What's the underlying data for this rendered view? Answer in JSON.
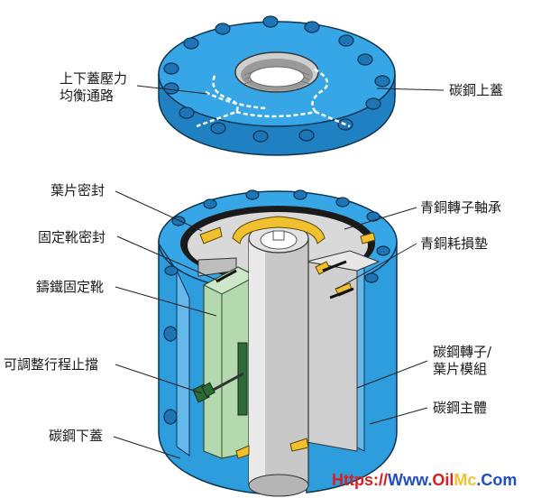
{
  "labels": {
    "pressure_channel_1": "上下蓋壓力",
    "pressure_channel_2": "均衡通路",
    "upper_cover": "碳鋼上蓋",
    "vane_seal": "葉片密封",
    "bronze_bearing": "青銅轉子軸承",
    "stator_seal": "固定靴密封",
    "bronze_wear_pad": "青銅耗損墊",
    "cast_iron_stator": "鑄鐵固定靴",
    "adjustable_stop": "可調整行程止擋",
    "rotor_vane_1": "碳鋼轉子/",
    "rotor_vane_2": "葉片模組",
    "main_body": "碳鋼主體",
    "lower_cover": "碳鋼下蓋"
  },
  "watermark": {
    "protocol": "Https://",
    "domain_prefix": "Www.",
    "domain_oil": "Oil",
    "domain_mc": "Mc",
    "domain_suffix": ".Com"
  },
  "colors": {
    "carbon_steel_blue": "#2f9fe0",
    "carbon_steel_dark": "#1f7fbf",
    "stator_green": "#b9dcb2",
    "bronze_yellow": "#f2c230",
    "rotor_grey": "#c9c9c9",
    "watermark_red": "#d81e1e",
    "watermark_blue": "#1f4fbf"
  }
}
